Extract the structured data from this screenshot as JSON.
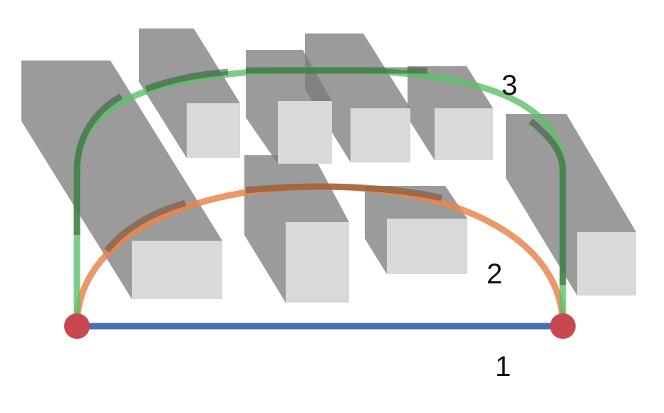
{
  "colors": {
    "route_1": "#4a6fb5",
    "route_2": "#e8874f",
    "route_3": "#5cbf6a",
    "endpoint": "#c9484f",
    "block_top": "#d9d9d9",
    "shadow": "#7a7a7a"
  },
  "routes": [
    {
      "id": "1",
      "label": "1"
    },
    {
      "id": "2",
      "label": "2"
    },
    {
      "id": "3",
      "label": "3"
    }
  ]
}
